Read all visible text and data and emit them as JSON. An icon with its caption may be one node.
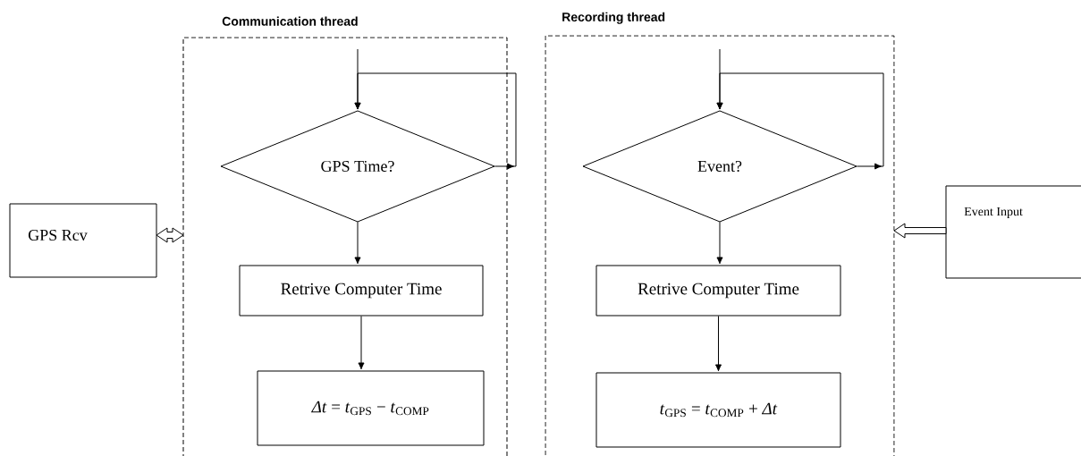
{
  "diagram": {
    "nodes": [
      {
        "text": [
          "Communication thread"
        ]
      },
      {
        "text": [
          "GPS Time?"
        ],
        "in": 0
      },
      {
        "text": [
          "Retrive Computer Time"
        ],
        "in": 0
      },
      {
        "text": [
          "*Δt* = *t*$_{GPS}$ − *t*$_{COMP}$"
        ],
        "in": 0
      },
      {
        "text": [
          "Recording thread"
        ]
      },
      {
        "text": [
          "Event?"
        ],
        "in": 4
      },
      {
        "text": [
          "Retrive Computer Time"
        ],
        "in": 4
      },
      {
        "text": [
          "*t*$_{GPS}$ = *t*$_{COMP}$ + *Δt*"
        ],
        "in": 4
      },
      {
        "text": [
          "GPS Rcv"
        ]
      },
      {
        "text": [
          "Event Input"
        ]
      }
    ],
    "edges": [
      {
        "from": null,
        "to": 1,
        "arrow": "to"
      },
      {
        "from": 1,
        "to": 1,
        "arrow": "to"
      },
      {
        "from": 1,
        "to": 2,
        "arrow": "to"
      },
      {
        "from": 2,
        "to": 3,
        "arrow": "to"
      },
      {
        "from": 8,
        "to": 0,
        "arrow": "both",
        "style": "thick"
      },
      {
        "from": null,
        "to": 5,
        "arrow": "to"
      },
      {
        "from": 5,
        "to": 5,
        "arrow": "to"
      },
      {
        "from": 5,
        "to": 6,
        "arrow": "to"
      },
      {
        "from": 6,
        "to": 7,
        "arrow": "to"
      },
      {
        "from": 9,
        "to": 4,
        "arrow": "to",
        "style": "thick"
      }
    ]
  }
}
